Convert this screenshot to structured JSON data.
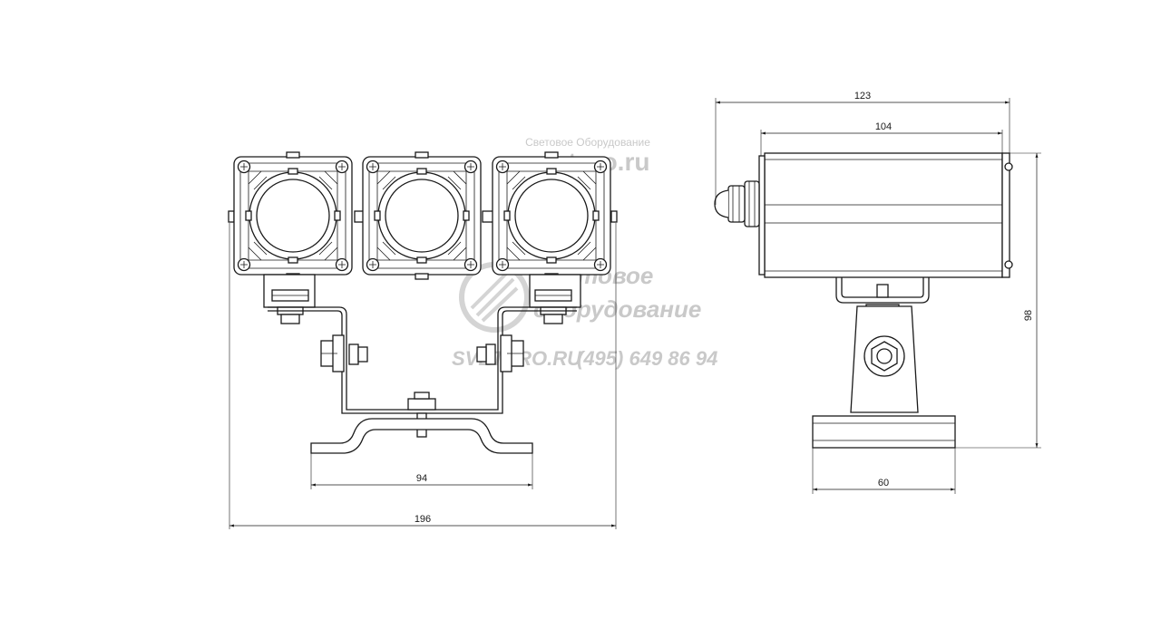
{
  "watermark": {
    "top_line1": "Световое Оборудование",
    "top_line2": "svetpro.ru",
    "center_line1": "Световое",
    "center_line2": "оборудование",
    "center_site": "SVETPRO.RU",
    "center_phone": "(495) 649 86 94"
  },
  "dimensions": {
    "front_total_width": "196",
    "front_base_width": "94",
    "side_total_length": "123",
    "side_body_length": "104",
    "side_height": "98",
    "side_base_width": "60"
  }
}
